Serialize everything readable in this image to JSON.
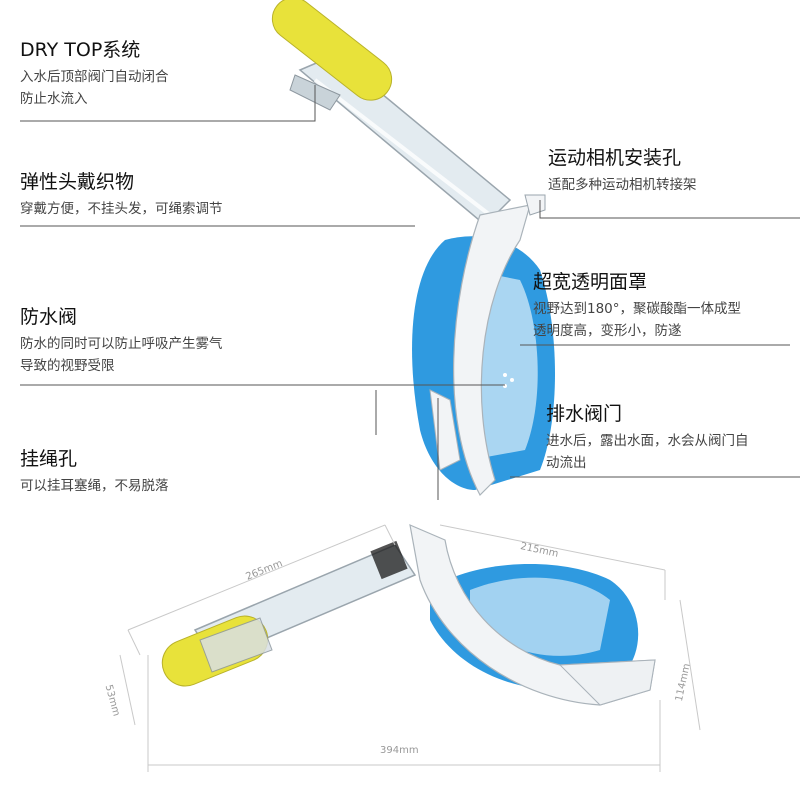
{
  "features": [
    {
      "id": "dry-top",
      "title": "DRY TOP系统",
      "lines": [
        "入水后顶部阀门自动闭合",
        "防止水流入"
      ]
    },
    {
      "id": "headband",
      "title": "弹性头戴织物",
      "lines": [
        "穿戴方便，不挂头发，可绳索调节"
      ]
    },
    {
      "id": "waterproof-valve",
      "title": "防水阀",
      "lines": [
        "防水的同时可以防止呼吸产生雾气",
        "导致的视野受限"
      ]
    },
    {
      "id": "lanyard-hole",
      "title": "挂绳孔",
      "lines": [
        "可以挂耳塞绳，不易脱落"
      ]
    },
    {
      "id": "camera-mount",
      "title": "运动相机安装孔",
      "lines": [
        "适配多种运动相机转接架"
      ]
    },
    {
      "id": "wide-mask",
      "title": "超宽透明面罩",
      "lines": [
        "视野达到180°，聚碳酸酯一体成型",
        "透明度高，变形小，防遂"
      ]
    },
    {
      "id": "drain-valve",
      "title": "排水阀门",
      "lines": [
        "进水后，露出水面，水会从阀门自",
        "动流出"
      ]
    }
  ],
  "dimensions": {
    "tube_length": "265mm",
    "mask_width": "215mm",
    "total_length": "394mm",
    "top_height": "53mm",
    "mask_height": "114mm"
  },
  "colors": {
    "snorkel_top": "#e8e23a",
    "mask_blue": "#2f9ae0",
    "frame": "#f2f4f6",
    "tube": "#dfe8ee"
  }
}
